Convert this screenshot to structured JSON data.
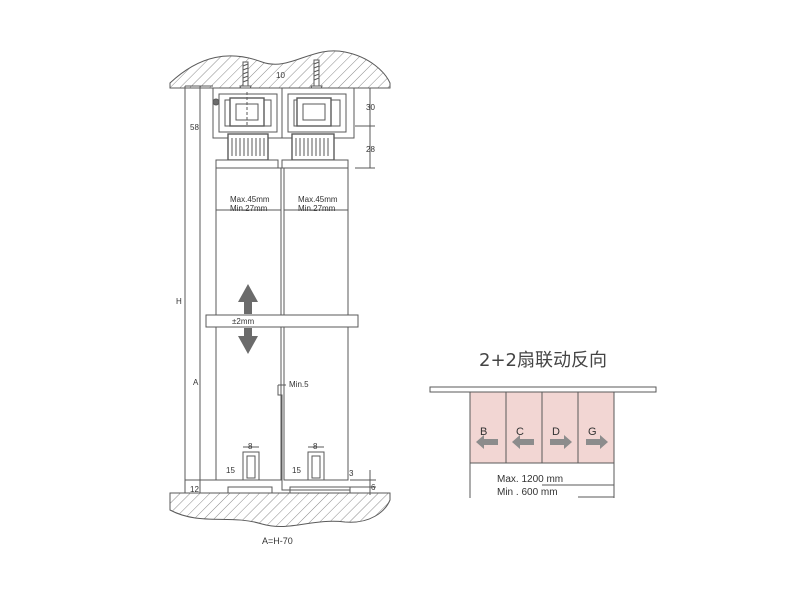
{
  "colors": {
    "line": "#5a5a5a",
    "hatch": "#8a8a8a",
    "door_fill": "#f2d6d3",
    "arrow_dark": "#6b6b6b",
    "arrow_panel": "#8c8c8c"
  },
  "section_drawing": {
    "top_dims": {
      "gap": "10",
      "h30": "30",
      "h28": "28",
      "h58": "58"
    },
    "left_dims": {
      "H": "H",
      "A": "A",
      "d12": "12"
    },
    "panel_labels": [
      {
        "max": "Max.45mm",
        "min": "Min.27mm"
      },
      {
        "max": "Max.45mm",
        "min": "Min.27mm"
      }
    ],
    "adjust_label": "±2mm",
    "min5_label": "Min.5",
    "guide_dims": {
      "w8_left": "8",
      "w8_right": "8",
      "h15_left": "15",
      "h15_right": "15",
      "d3": "3",
      "d6": "6"
    },
    "caption": "A=H-70"
  },
  "door_panel": {
    "title": "2+2扇联动反向",
    "doors": [
      {
        "letter": "B",
        "direction": "left"
      },
      {
        "letter": "C",
        "direction": "left"
      },
      {
        "letter": "D",
        "direction": "right"
      },
      {
        "letter": "G",
        "direction": "right"
      }
    ],
    "max_label": "Max. 1200 mm",
    "min_label": "Min . 600 mm"
  }
}
